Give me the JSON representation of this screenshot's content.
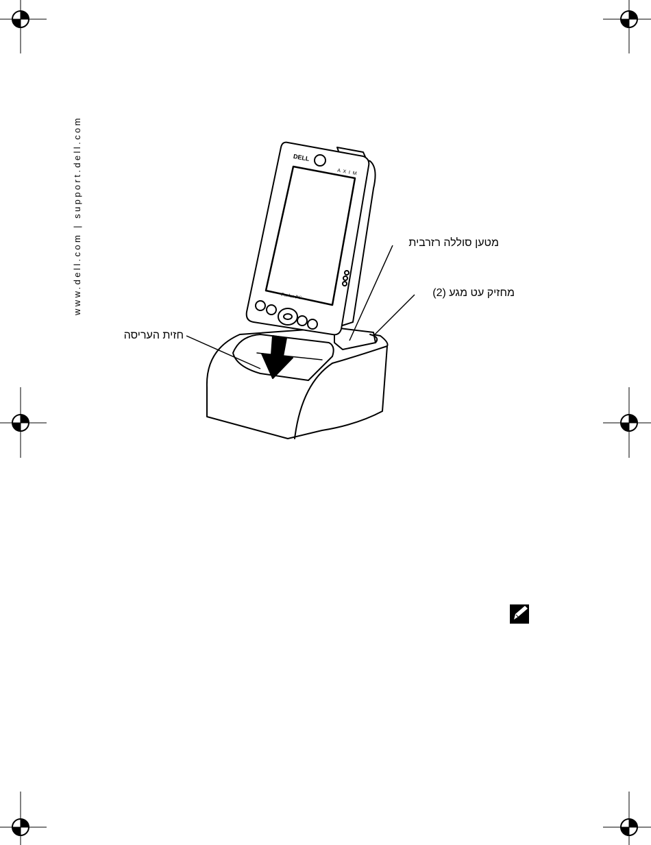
{
  "side_url": "www.dell.com | support.dell.com",
  "callouts": {
    "spare_battery_charger": "מטען סוללה רזרבית",
    "contact_holder": "מחזיק עט מגע (2)",
    "cradle_front": "חזית העריסה"
  },
  "device_labels": {
    "brand": "DELL",
    "model": "A X I M",
    "os_label": "Pocket PC"
  },
  "icons": {
    "note": "pencil-note-icon",
    "registration": "crosshair-registration-mark"
  }
}
